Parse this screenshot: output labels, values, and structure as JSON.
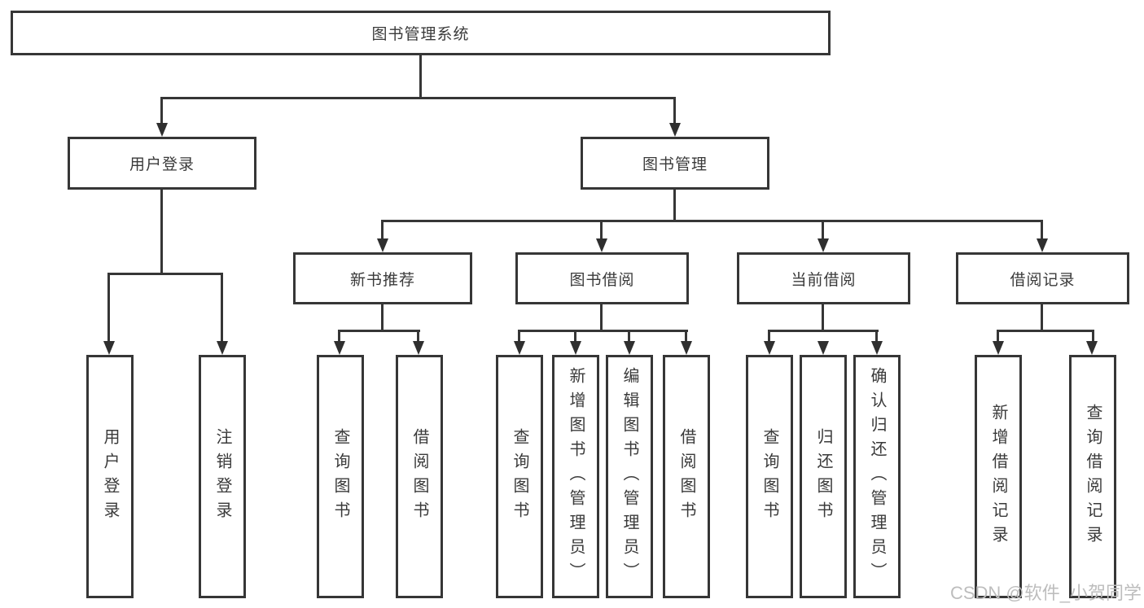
{
  "tree": {
    "root": {
      "label": "图书管理系统"
    },
    "branches": [
      {
        "label": "用户登录",
        "children": [
          {
            "label": "用户登录"
          },
          {
            "label": "注销登录"
          }
        ]
      },
      {
        "label": "图书管理",
        "groups": [
          {
            "label": "新书推荐",
            "children": [
              {
                "label": "查询图书"
              },
              {
                "label": "借阅图书"
              }
            ]
          },
          {
            "label": "图书借阅",
            "children": [
              {
                "label": "查询图书"
              },
              {
                "label": "新增图书（管理员）"
              },
              {
                "label": "编辑图书（管理员）"
              },
              {
                "label": "借阅图书"
              }
            ]
          },
          {
            "label": "当前借阅",
            "children": [
              {
                "label": "查询图书"
              },
              {
                "label": "归还图书"
              },
              {
                "label": "确认归还（管理员）"
              }
            ]
          },
          {
            "label": "借阅记录",
            "children": [
              {
                "label": "新增借阅记录"
              },
              {
                "label": "查询借阅记录"
              }
            ]
          }
        ]
      }
    ]
  },
  "watermark": {
    "text": "CSDN @软件_小贺同学"
  },
  "colors": {
    "line": "#363636",
    "text": "#3a3a3a",
    "watermark_text": "#bdbdbd",
    "background": "#ffffff"
  }
}
